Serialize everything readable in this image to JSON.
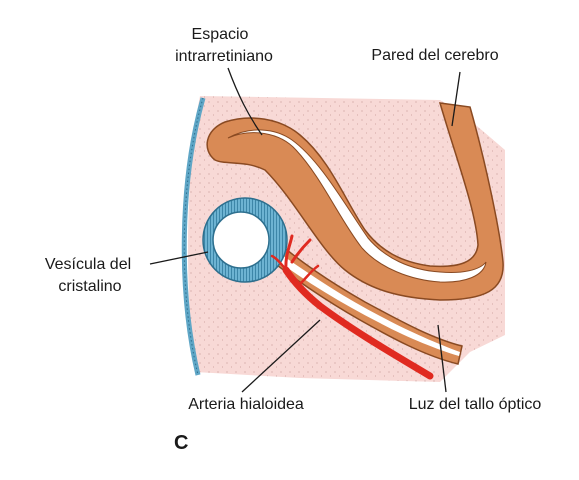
{
  "labels": {
    "intraretinal_space_line1": "Espacio",
    "intraretinal_space_line2": "intrarretiniano",
    "brain_wall": "Pared del cerebro",
    "lens_vesicle_line1": "Vesícula del",
    "lens_vesicle_line2": "cristalino",
    "hyaloid_artery": "Arteria hialoidea",
    "optic_stalk_lumen": "Luz del tallo óptico"
  },
  "panel_letter": "C",
  "colors": {
    "mesenchyme": "#f8d9d6",
    "neural_tissue": "#d98a55",
    "neural_tissue_edge": "#8a4a22",
    "lumen": "#ffffff",
    "lens": "#5fa6c6",
    "lens_edge": "#2d6f8e",
    "surface_ectoderm": "#5fa6c6",
    "artery": "#e02a20"
  }
}
